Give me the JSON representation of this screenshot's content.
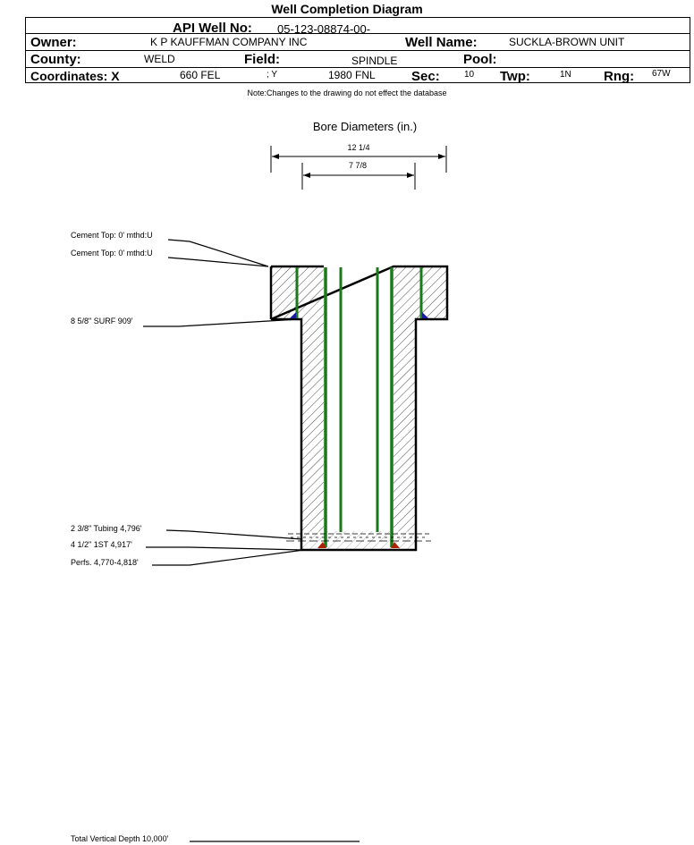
{
  "title": "Well Completion Diagram",
  "header": {
    "api_label": "API Well No:",
    "api_value": "05-123-08874-00-",
    "owner_label": "Owner:",
    "owner_value": "K P KAUFFMAN COMPANY INC",
    "well_name_label": "Well Name:",
    "well_name_value": "SUCKLA-BROWN UNIT",
    "county_label": "County:",
    "county_value": "WELD",
    "field_label": "Field:",
    "field_value": "SPINDLE",
    "pool_label": "Pool:",
    "pool_value": "",
    "coord_label": "Coordinates: X",
    "coord_x": "660 FEL",
    "coord_y_label": "; Y",
    "coord_y": "1980 FNL",
    "sec_label": "Sec:",
    "sec_value": "10",
    "twp_label": "Twp:",
    "twp_value": "1N",
    "rng_label": "Rng:",
    "rng_value": "67W"
  },
  "note": "Note:Changes to the drawing do not effect the database",
  "bore": {
    "title": "Bore Diameters (in.)",
    "outer": "12 1/4",
    "inner": "7 7/8"
  },
  "labels": {
    "cement_top_1": "Cement Top: 0' mthd:U",
    "cement_top_2": "Cement Top: 0' mthd:U",
    "surface_casing": "8 5/8\" SURF 909'",
    "tubing": "2 3/8\" Tubing 4,796'",
    "production_casing": "4 1/2\" 1ST 4,917'",
    "perfs": "Perfs. 4,770-4,818'",
    "total_depth": "Total Vertical Depth 10,000'"
  },
  "colors": {
    "casing": "#1a7a1a",
    "cement_shoe": "#1a1aa0",
    "perf_marker": "#b02000"
  }
}
